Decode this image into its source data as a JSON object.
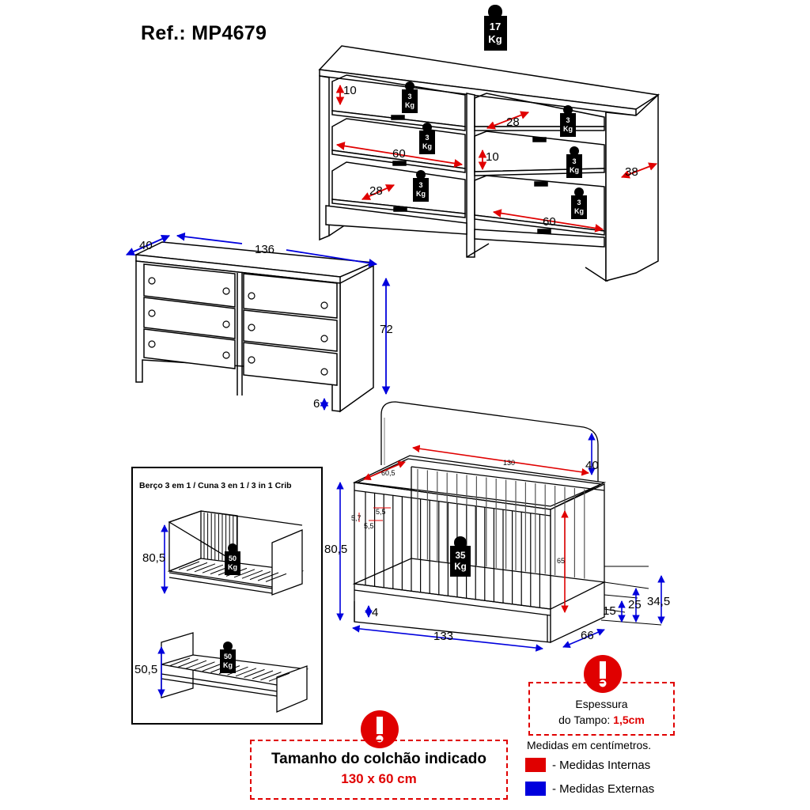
{
  "ref": "Ref.: MP4679",
  "weights": {
    "top": {
      "value": "17",
      "unit": "Kg"
    },
    "drawer": {
      "value": "3",
      "unit": "Kg"
    },
    "crib": {
      "value": "35",
      "unit": "Kg"
    },
    "bed": {
      "value": "50",
      "unit": "Kg"
    }
  },
  "dresser_open": {
    "drawer_height": "10",
    "drawer_depth": "28",
    "drawer_width": "60",
    "depth": "38"
  },
  "dresser_closed": {
    "depth": "40",
    "width": "136",
    "height": "72",
    "foot": "6"
  },
  "crib": {
    "headboard": "40",
    "inner_length": "130",
    "inner_width": "60,5",
    "slat_gap_a": "5,7",
    "slat_gap_b": "5,5",
    "slat_gap_c": "5,5",
    "inner_height": "65",
    "height": "80,5",
    "base": "4",
    "length": "133",
    "width": "66",
    "level_low": "15",
    "level_mid": "25",
    "level_high": "34,5"
  },
  "panel": {
    "title": "Berço 3 em 1 / Cuna 3 en 1 / 3 in 1 Crib",
    "toddler_height": "80,5",
    "bed_height": "50,5"
  },
  "espessura": {
    "line1": "Espessura",
    "line2_prefix": "do Tampo:",
    "value": "1,5cm"
  },
  "mattress": {
    "line1": "Tamanho do colchão indicado",
    "line2": "130 x 60 cm"
  },
  "legend": {
    "units": "Medidas em centímetros.",
    "items": [
      {
        "label": "- Medidas Internas",
        "color": "#e00000"
      },
      {
        "label": "- Medidas Externas",
        "color": "#0000dd"
      }
    ]
  }
}
